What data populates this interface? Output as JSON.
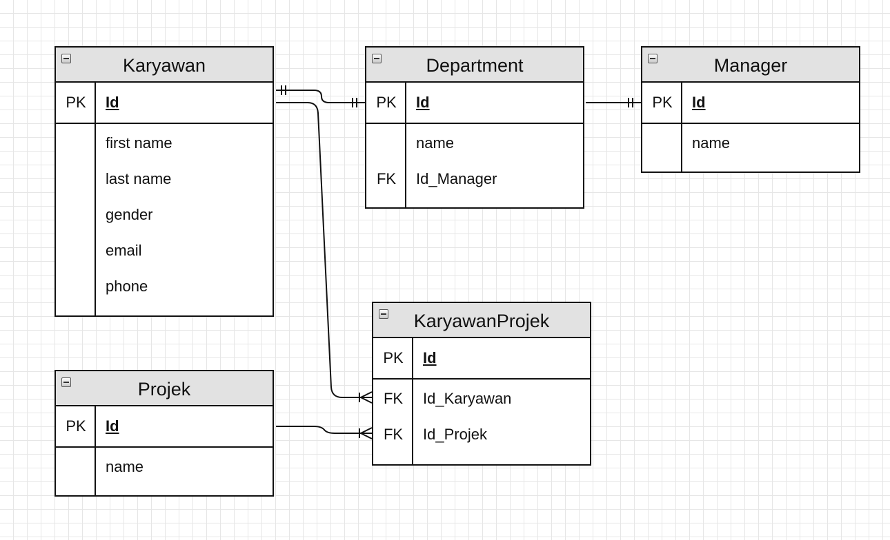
{
  "diagram": {
    "entities": {
      "karyawan": {
        "title": "Karyawan",
        "pk": {
          "key": "PK",
          "field": "Id"
        },
        "fields": [
          {
            "key": "",
            "name": "first name"
          },
          {
            "key": "",
            "name": "last name"
          },
          {
            "key": "",
            "name": "gender"
          },
          {
            "key": "",
            "name": "email"
          },
          {
            "key": "",
            "name": "phone"
          }
        ]
      },
      "department": {
        "title": "Department",
        "pk": {
          "key": "PK",
          "field": "Id"
        },
        "fields": [
          {
            "key": "",
            "name": "name"
          },
          {
            "key": "FK",
            "name": "Id_Manager"
          }
        ]
      },
      "manager": {
        "title": "Manager",
        "pk": {
          "key": "PK",
          "field": "Id"
        },
        "fields": [
          {
            "key": "",
            "name": "name"
          }
        ]
      },
      "karyawan_projek": {
        "title": "KaryawanProjek",
        "pk": {
          "key": "PK",
          "field": "Id"
        },
        "fields": [
          {
            "key": "FK",
            "name": "Id_Karyawan"
          },
          {
            "key": "FK",
            "name": "Id_Projek"
          }
        ]
      },
      "projek": {
        "title": "Projek",
        "pk": {
          "key": "PK",
          "field": "Id"
        },
        "fields": [
          {
            "key": "",
            "name": "name"
          }
        ]
      }
    },
    "relationships": [
      {
        "from": "Karyawan",
        "to": "Department",
        "from_end": "one-and-only-one",
        "to_end": "one-and-only-one"
      },
      {
        "from": "Department",
        "to": "Manager",
        "from_end": "none",
        "to_end": "one-and-only-one"
      },
      {
        "from": "Karyawan",
        "to": "KaryawanProjek",
        "from_end": "none",
        "to_end": "one-or-many"
      },
      {
        "from": "Projek",
        "to": "KaryawanProjek",
        "from_end": "none",
        "to_end": "one-or-many"
      }
    ],
    "colors": {
      "header_fill": "#e2e2e2",
      "line": "#111111",
      "grid": "#e6e6e6"
    }
  }
}
